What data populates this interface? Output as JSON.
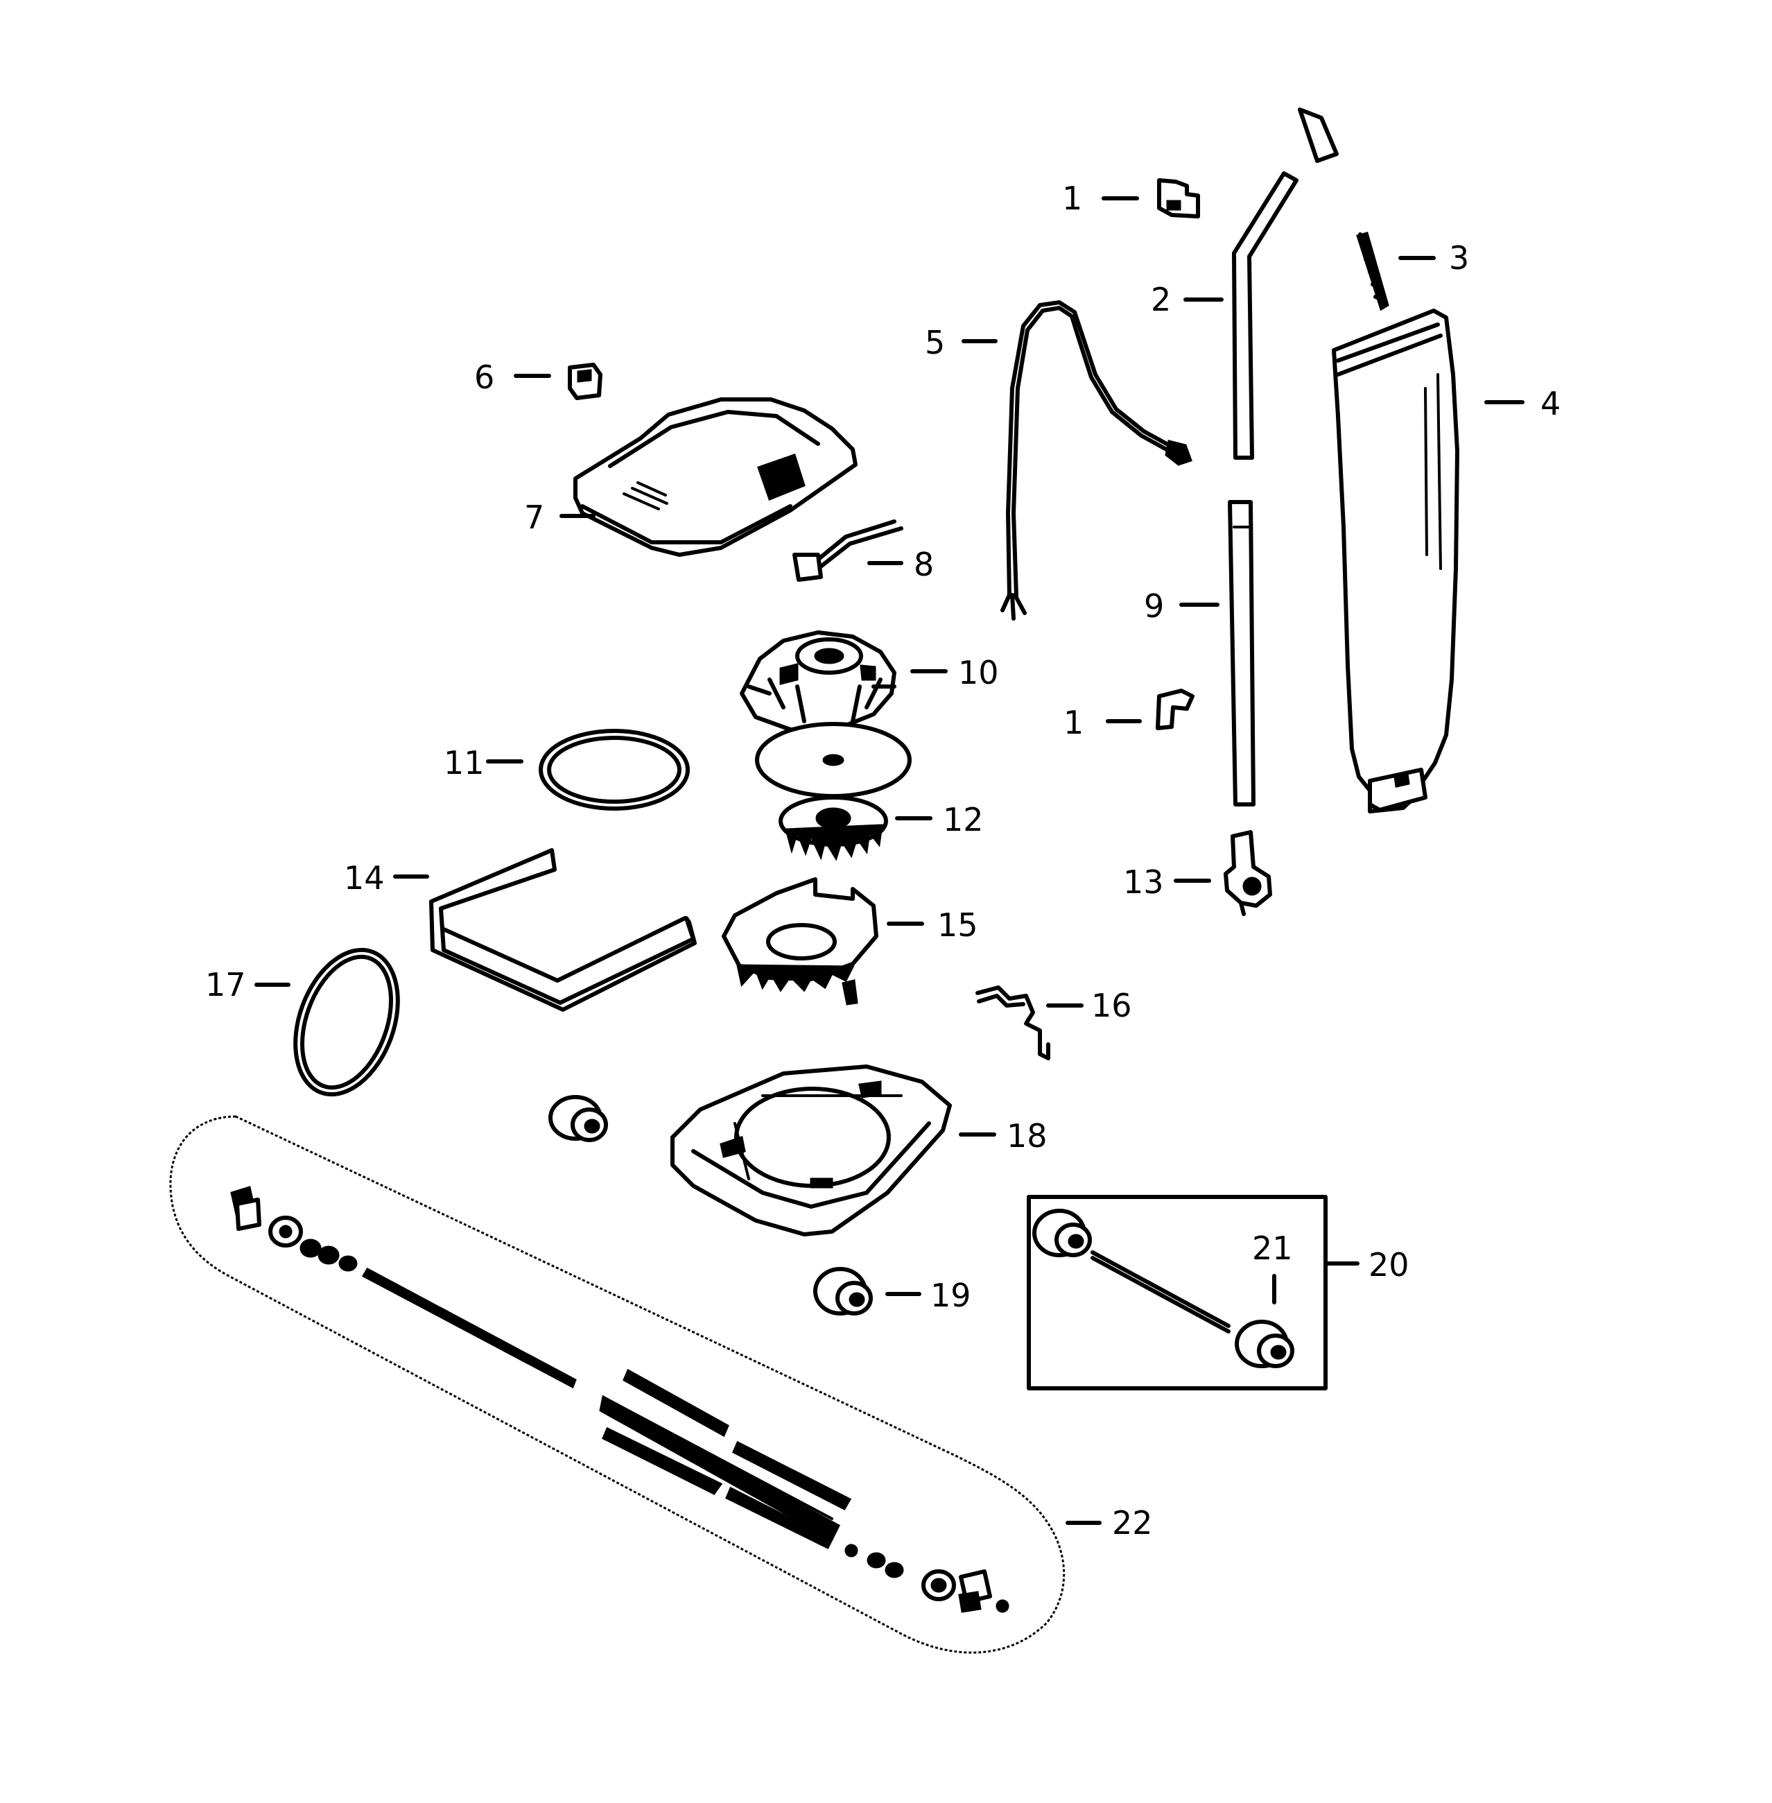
{
  "callouts": {
    "p1a": "1",
    "p1b": "1",
    "p2": "2",
    "p3": "3",
    "p4": "4",
    "p5": "5",
    "p6": "6",
    "p7": "7",
    "p8": "8",
    "p9": "9",
    "p10": "10",
    "p11": "11",
    "p12": "12",
    "p13": "13",
    "p14": "14",
    "p15": "15",
    "p16": "16",
    "p17": "17",
    "p18": "18",
    "p19": "19",
    "p20": "20",
    "p21": "21",
    "p22": "22"
  }
}
